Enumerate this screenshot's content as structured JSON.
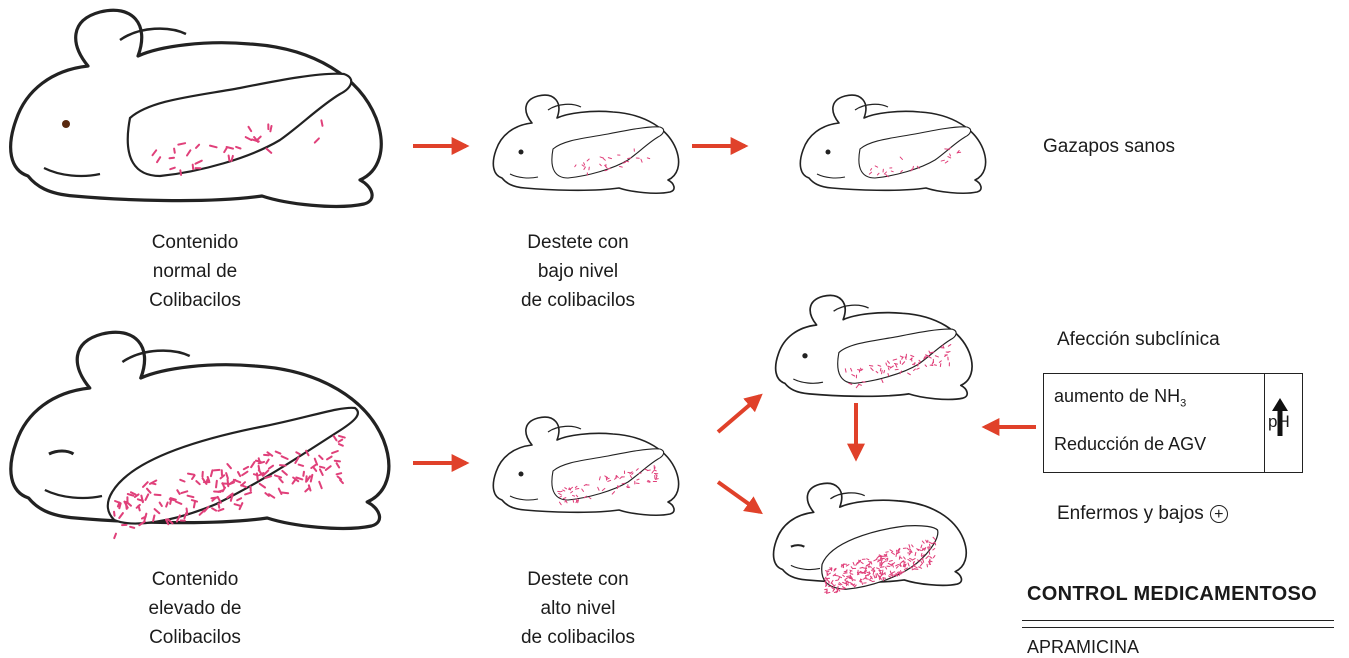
{
  "labels": {
    "normal": [
      "Contenido",
      "normal de",
      "Colibacilos"
    ],
    "elevado": [
      "Contenido",
      "elevado de",
      "Colibacilos"
    ],
    "bajo": [
      "Destete con",
      "bajo nivel",
      "de colibacilos"
    ],
    "alto": [
      "Destete con",
      "alto nivel",
      "de colibacilos"
    ]
  },
  "outcomes": {
    "sanos": "Gazapos sanos",
    "subclinica": "Afección subclínica",
    "enfermos": "Enfermos y bajos",
    "enfermos_symbol": "+"
  },
  "box": {
    "row1_prefix": "aumento de NH",
    "row1_sub": "3",
    "row2": "Reducción de AGV",
    "ph": "pH"
  },
  "control": {
    "title": "CONTROL MEDICAMENTOSO",
    "item_cut": "APRAMICINA"
  },
  "colors": {
    "arrow": "#e0412a",
    "bacteria": "#e0407a",
    "outline": "#222222"
  }
}
